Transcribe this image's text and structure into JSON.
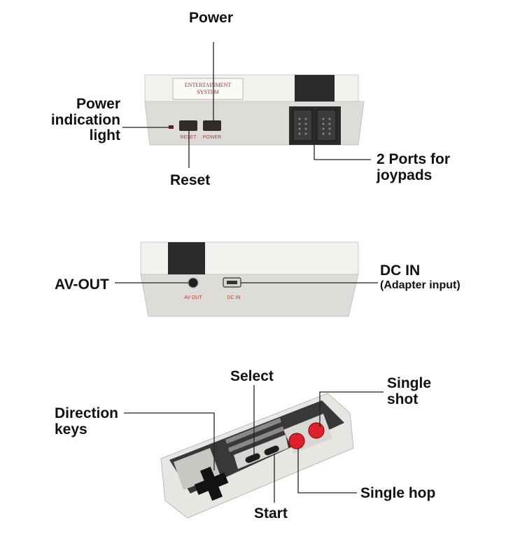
{
  "console_front": {
    "label_sticker_line1": "ENTERTAINMENT",
    "label_sticker_line2": "SYSTEM",
    "reset_print": "RESET",
    "power_print": "POWER",
    "callouts": {
      "power": "Power",
      "power_light_line1": "Power",
      "power_light_line2": "indication",
      "power_light_line3": "light",
      "reset": "Reset",
      "ports_line1": "2 Ports for",
      "ports_line2": "joypads"
    }
  },
  "console_back": {
    "av_print": "AV OUT",
    "dc_print": "DC IN",
    "callouts": {
      "av_out": "AV-OUT",
      "dc_in": "DC IN",
      "dc_in_sub": "(Adapter input)"
    }
  },
  "controller": {
    "callouts": {
      "select": "Select",
      "single_shot_line1": "Single",
      "single_shot_line2": "shot",
      "direction_line1": "Direction",
      "direction_line2": "keys",
      "single_hop": "Single hop",
      "start": "Start"
    }
  },
  "colors": {
    "shell": "#e9e7e3",
    "shell_top": "#f3f2ef",
    "panel": "#c9c7c3",
    "dark": "#2b2b2b",
    "print_red": "#c23a2a",
    "button_red": "#e0202a"
  }
}
